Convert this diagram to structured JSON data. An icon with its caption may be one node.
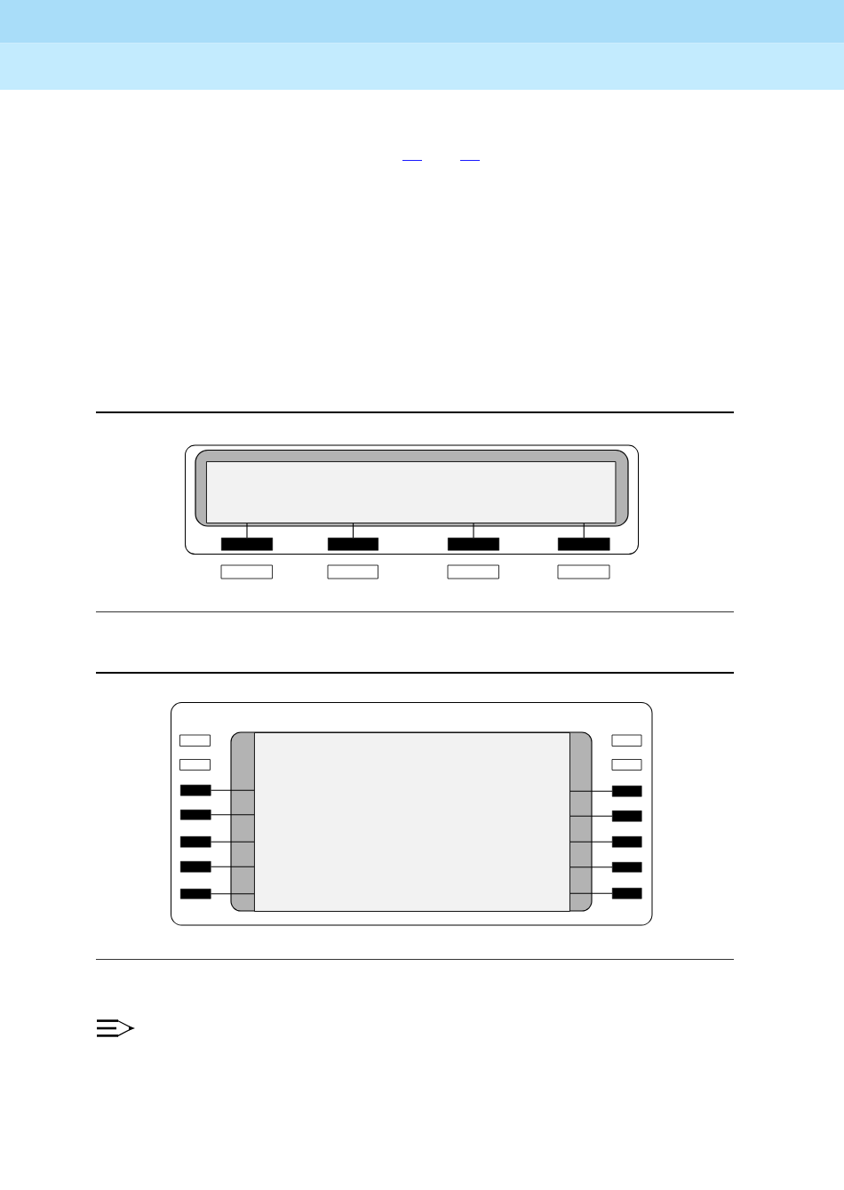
{
  "diagram": {
    "nodes": [
      {
        "text": [],
        "shape": "box"
      },
      {
        "text": [],
        "shape": "bar"
      },
      {
        "text": [],
        "shape": "bar"
      },
      {
        "text": [],
        "shape": "bar"
      },
      {
        "text": [],
        "shape": "bar"
      },
      {
        "text": [],
        "shape": "box"
      },
      {
        "text": [],
        "shape": "bar"
      },
      {
        "text": [],
        "shape": "bar"
      },
      {
        "text": [],
        "shape": "bar"
      },
      {
        "text": [],
        "shape": "bar"
      },
      {
        "text": [],
        "shape": "bar"
      },
      {
        "text": [],
        "shape": "bar"
      },
      {
        "text": [],
        "shape": "bar"
      },
      {
        "text": [],
        "shape": "bar"
      },
      {
        "text": [],
        "shape": "bar"
      },
      {
        "text": [],
        "shape": "bar"
      }
    ],
    "edges": [
      {
        "from": 1,
        "to": 0,
        "arrow": "none"
      },
      {
        "from": 2,
        "to": 0,
        "arrow": "none"
      },
      {
        "from": 3,
        "to": 0,
        "arrow": "none"
      },
      {
        "from": 4,
        "to": 0,
        "arrow": "none"
      },
      {
        "from": 6,
        "to": 5,
        "arrow": "none"
      },
      {
        "from": 7,
        "to": 5,
        "arrow": "none"
      },
      {
        "from": 8,
        "to": 5,
        "arrow": "none"
      },
      {
        "from": 9,
        "to": 5,
        "arrow": "none"
      },
      {
        "from": 10,
        "to": 5,
        "arrow": "none"
      },
      {
        "from": 11,
        "to": 5,
        "arrow": "none"
      },
      {
        "from": 12,
        "to": 5,
        "arrow": "none"
      },
      {
        "from": 13,
        "to": 5,
        "arrow": "none"
      },
      {
        "from": 14,
        "to": 5,
        "arrow": "none"
      },
      {
        "from": 15,
        "to": 5,
        "arrow": "none"
      }
    ]
  }
}
